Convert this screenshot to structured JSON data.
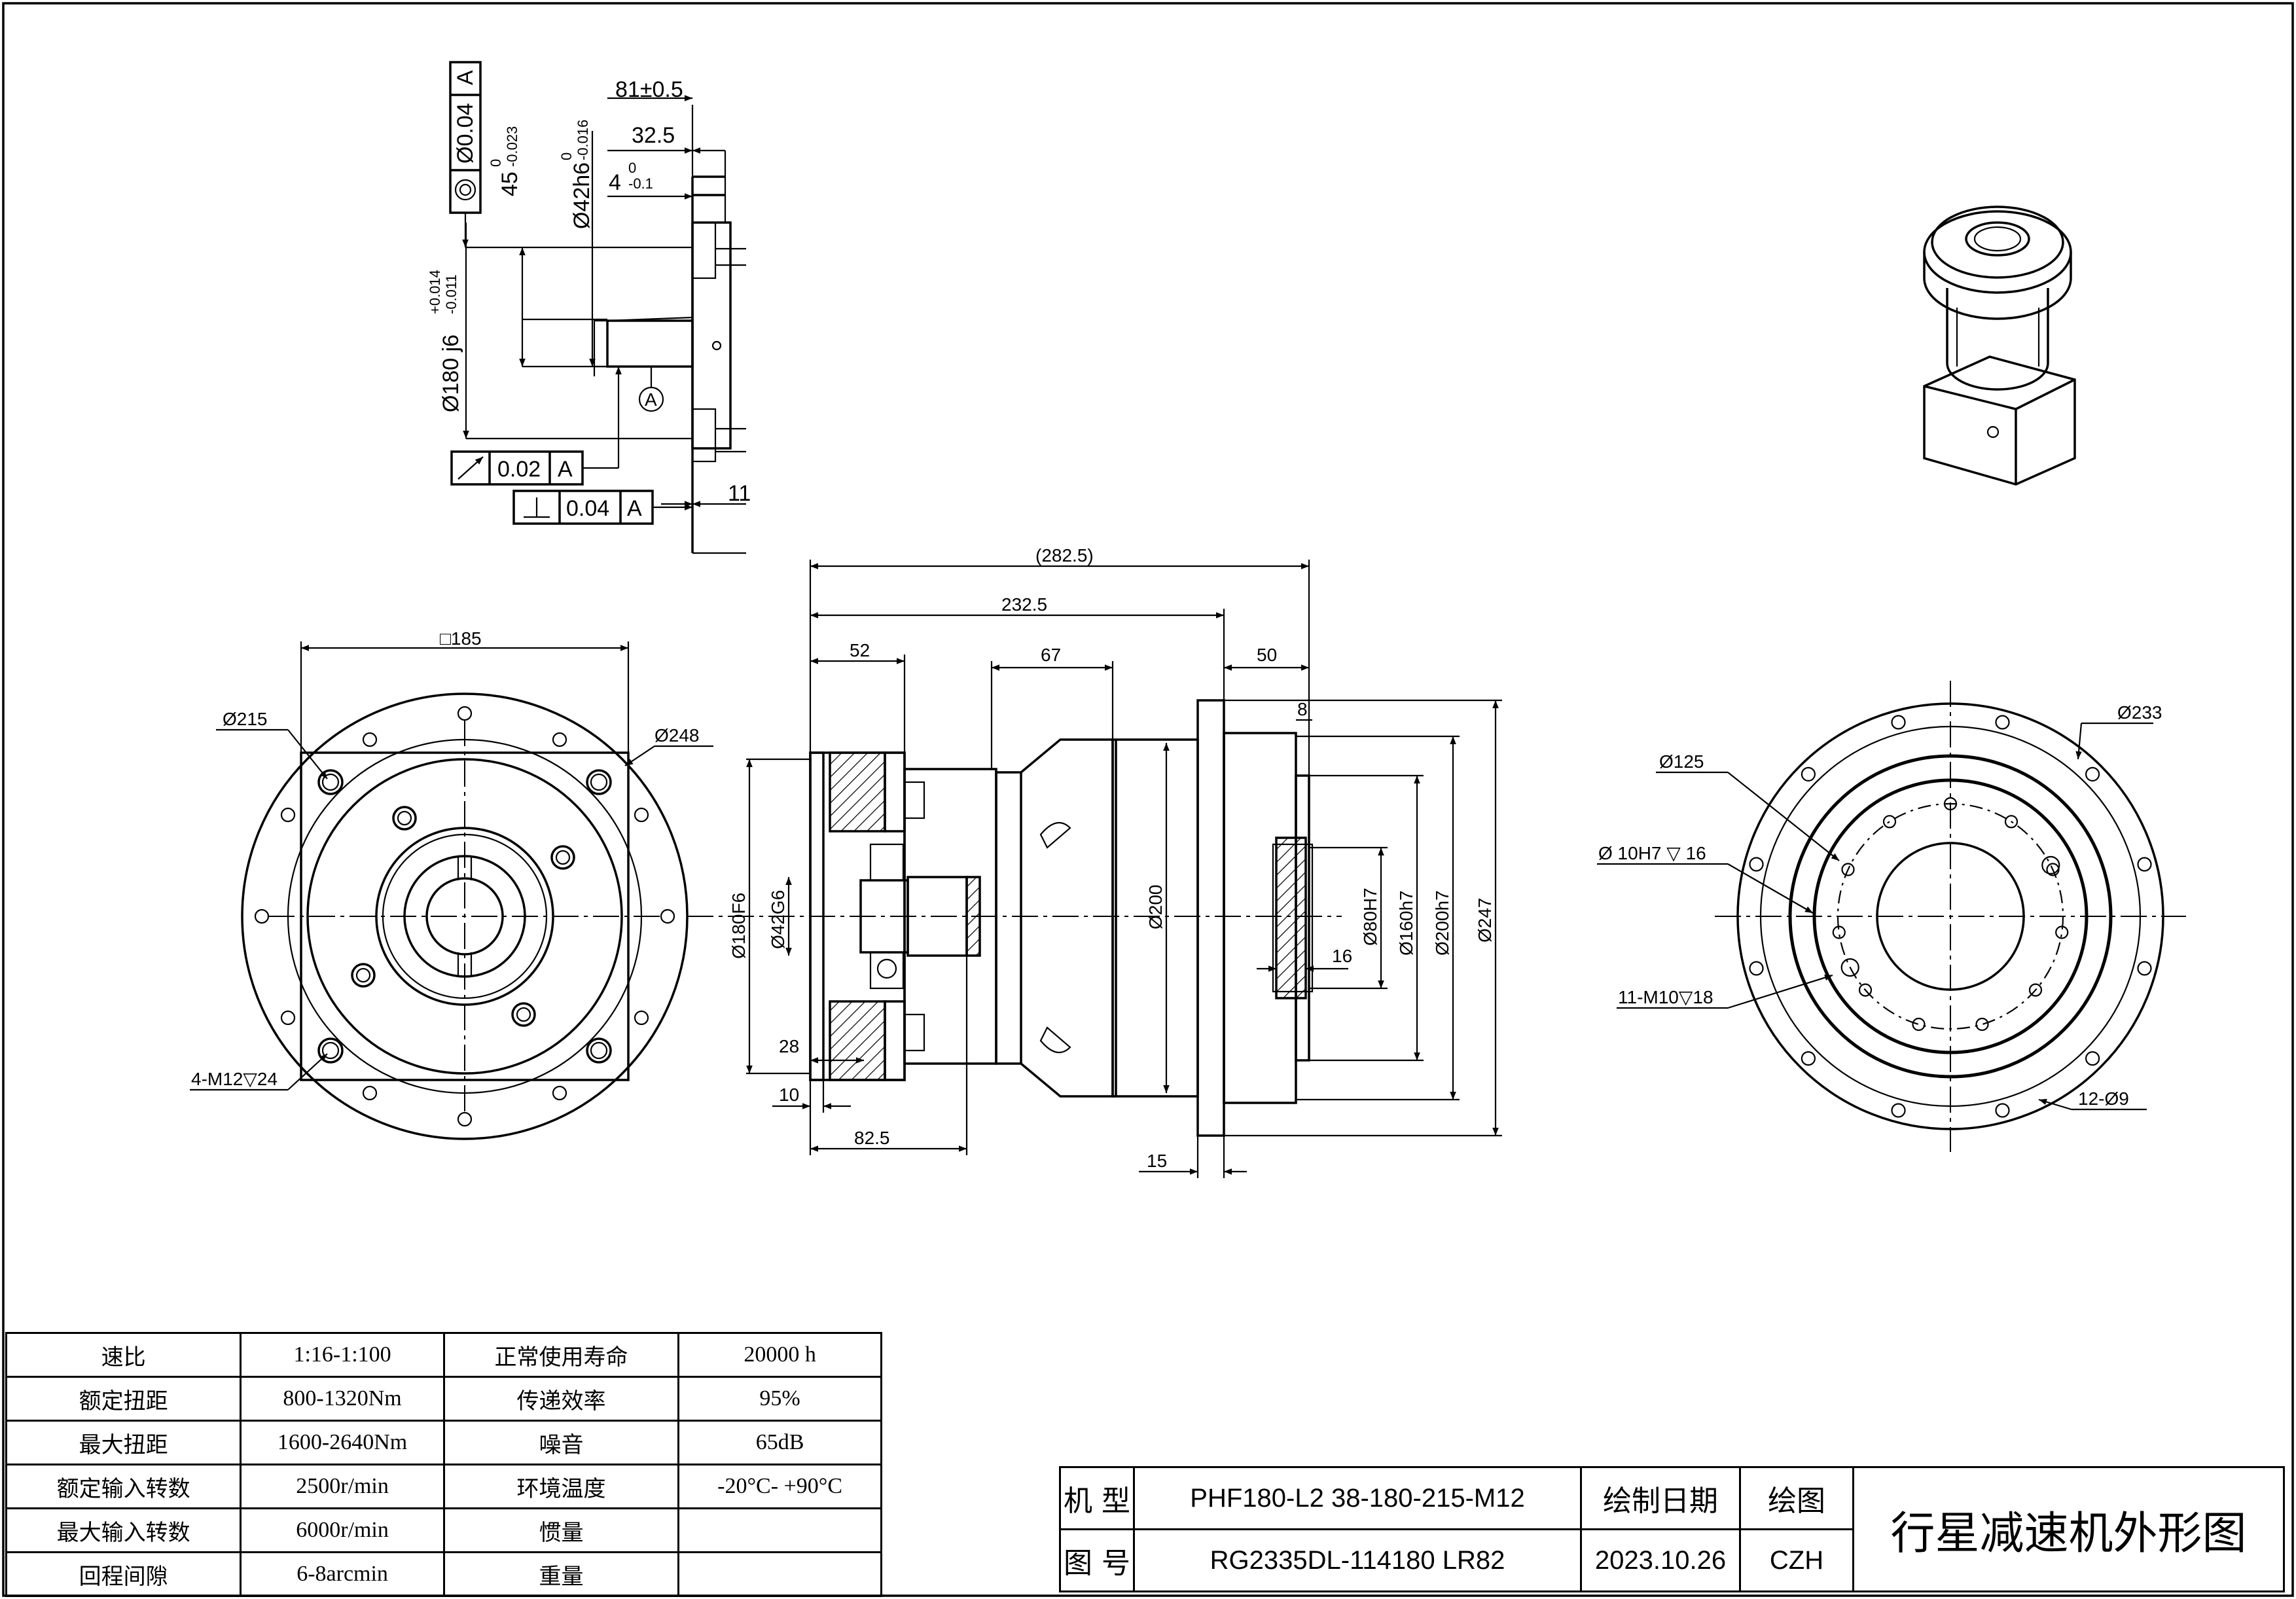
{
  "dims_top": {
    "d81": "81±0.5",
    "d32": "32.5",
    "d4": "4",
    "d4_tol_upper": "0",
    "d4_tol_lower": "-0.1",
    "d45": "45",
    "d45_tol_upper": "0",
    "d45_tol_lower": "-0.023",
    "d42": "Ø42h6",
    "d42_tol_upper": "0",
    "d42_tol_lower": "-0.016",
    "d180": "Ø180 j6",
    "d180_tol_upper": "+0.014",
    "d180_tol_lower": "-0.011",
    "d11": "11"
  },
  "tolerance_frames": {
    "concentricity_value": "Ø0.04",
    "concentricity_datum": "A",
    "runout_value": "0.02",
    "runout_datum": "A",
    "perpendicularity_value": "0.04",
    "perpendicularity_datum": "A",
    "datum_label": "A"
  },
  "dims_left": {
    "square": "□185",
    "d215": "Ø215",
    "d248": "Ø248",
    "m12": "4-M12▽24"
  },
  "dims_middle": {
    "d282": "(282.5)",
    "d232": "232.5",
    "d52": "52",
    "d67": "67",
    "d50": "50",
    "d8": "8",
    "d180f6": "Ø180F6",
    "d42g6": "Ø42G6",
    "d200": "Ø200",
    "d80h7": "Ø80H7",
    "d160h7": "Ø160h7",
    "d200h7": "Ø200h7",
    "d247": "Ø247",
    "d16": "16",
    "d28": "28",
    "d10": "10",
    "d82": "82.5",
    "d15": "15"
  },
  "dims_right": {
    "d233": "Ø233",
    "d125": "Ø125",
    "d10h7": "Ø 10H7 ▽ 16",
    "m10": "11-M10▽18",
    "d9": "12-Ø9"
  },
  "spec_table": [
    [
      "速比",
      "1:16-1:100",
      "正常使用寿命",
      "20000 h"
    ],
    [
      "额定扭距",
      "800-1320Nm",
      "传递效率",
      "95%"
    ],
    [
      "最大扭距",
      "1600-2640Nm",
      "噪音",
      "65dB"
    ],
    [
      "额定输入转数",
      "2500r/min",
      "环境温度",
      "-20°C- +90°C"
    ],
    [
      "最大输入转数",
      "6000r/min",
      "惯量",
      ""
    ],
    [
      "回程间隙",
      "6-8arcmin",
      "重量",
      ""
    ]
  ],
  "title_block": {
    "model_label": "机 型",
    "model_value": "PHF180-L2 38-180-215-M12",
    "date_label": "绘制日期",
    "drawer_label": "绘图",
    "drawing_no_label": "图 号",
    "drawing_no_value": "RG2335DL-114180 LR82",
    "date_value": "2023.10.26",
    "drawer_value": "CZH",
    "title": "行星减速机外形图"
  }
}
